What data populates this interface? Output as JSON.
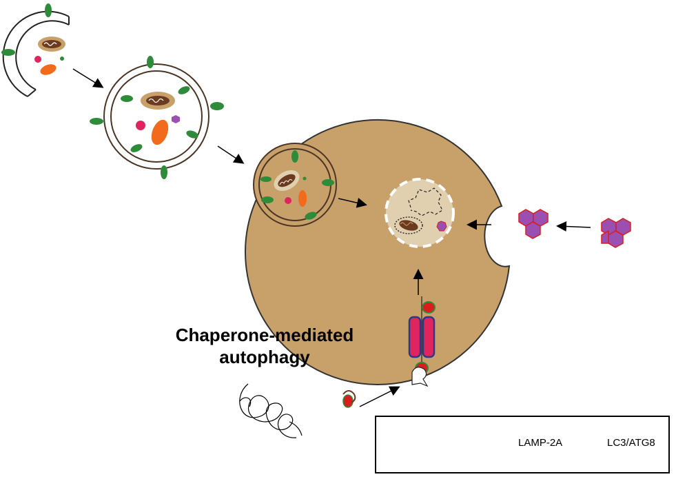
{
  "title": {
    "line1": "Chaperone-mediated",
    "line2": "autophagy"
  },
  "legend": {
    "lamp_label": "LAMP-2A",
    "lc3_label": "LC3/ATG8"
  },
  "colors": {
    "lysosome": "#c8a06a",
    "lc3": "#2e8b3a",
    "lamp": "#e0245e",
    "lamp_outline": "#2a3a8a",
    "substrate": "#d91e1e",
    "aggregate": "#9b4fb0",
    "mitochondria": "#6b3a1f",
    "mito_halo": "#c8a06a",
    "orange_body": "#f26b1d",
    "pink_dot": "#e0245e"
  },
  "icons": [
    "phagophore",
    "autophagosome",
    "autolysosome",
    "lysosome",
    "mitochondrion",
    "protein-aggregate",
    "lamp-2a-channel",
    "substrate-protein",
    "unfolded-chain",
    "chaperone"
  ]
}
